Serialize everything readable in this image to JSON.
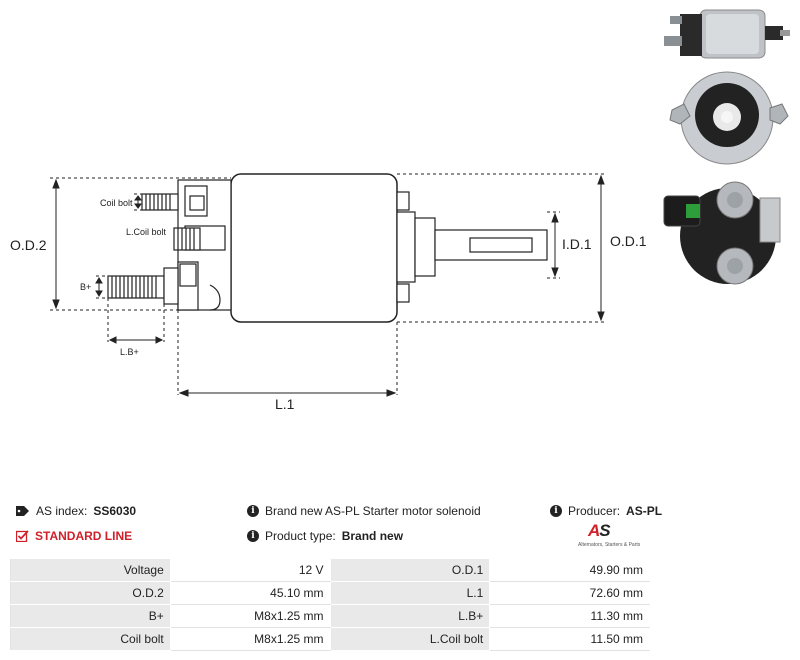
{
  "drawing": {
    "labels": {
      "od2": "O.D.2",
      "od1": "O.D.1",
      "id1": "I.D.1",
      "l1": "L.1",
      "lbplus": "L.B+",
      "bplus": "B+",
      "coilbolt": "Coil bolt",
      "lcoilbolt": "L.Coil bolt"
    }
  },
  "info": {
    "as_index_label": "AS index:",
    "as_index_value": "SS6030",
    "standard_line": "STANDARD LINE",
    "description": "Brand new AS-PL Starter motor solenoid",
    "product_type_label": "Product type:",
    "product_type_value": "Brand new",
    "producer_label": "Producer:",
    "producer_value": "AS-PL",
    "logo_text": "AS",
    "logo_tagline": "Alternators, Starters & Parts"
  },
  "specs": {
    "rows": [
      {
        "k1": "Voltage",
        "v1": "12 V",
        "k2": "O.D.1",
        "v2": "49.90 mm"
      },
      {
        "k1": "O.D.2",
        "v1": "45.10 mm",
        "k2": "L.1",
        "v2": "72.60 mm"
      },
      {
        "k1": "B+",
        "v1": "M8x1.25 mm",
        "k2": "L.B+",
        "v2": "11.30 mm"
      },
      {
        "k1": "Coil bolt",
        "v1": "M8x1.25 mm",
        "k2": "L.Coil bolt",
        "v2": "11.50 mm"
      }
    ]
  },
  "colors": {
    "accent": "#d0202a",
    "label_bg": "#e9e9e9"
  }
}
